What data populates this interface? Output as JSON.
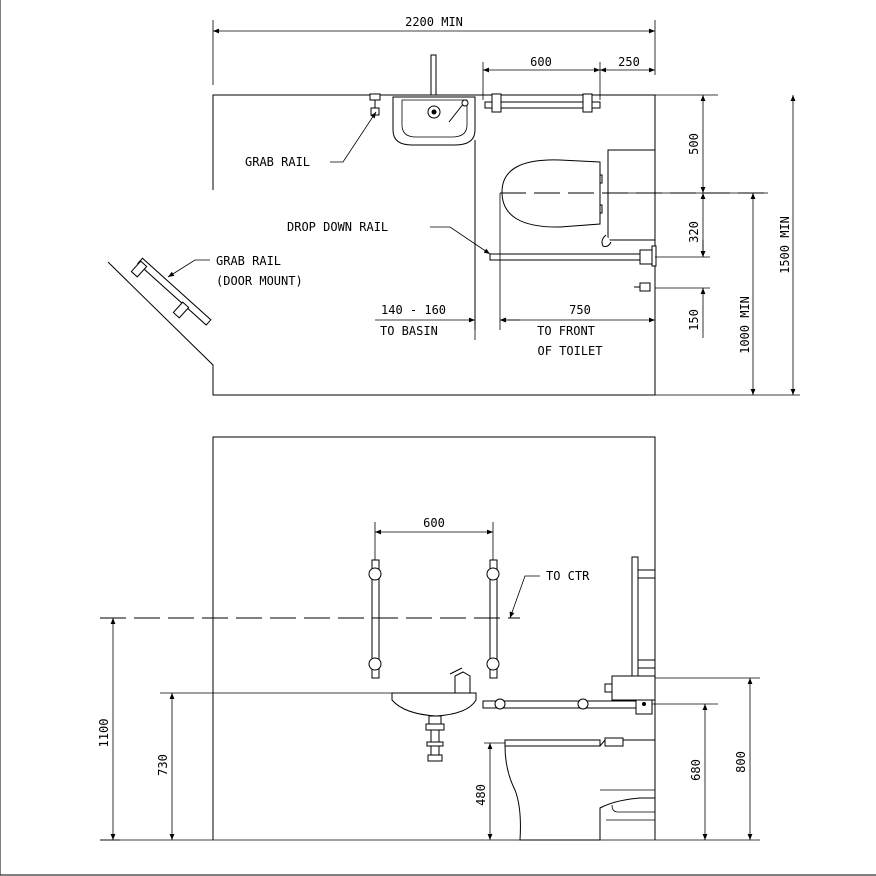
{
  "plan": {
    "overall_width": "2200 MIN",
    "dim_600": "600",
    "dim_250": "250",
    "dim_500": "500",
    "dim_320": "320",
    "dim_150": "150",
    "dim_1000": "1000 MIN",
    "dim_1500": "1500 MIN",
    "grab_rail": "GRAB RAIL",
    "door_grab_rail_1": "GRAB RAIL",
    "door_grab_rail_2": "(DOOR MOUNT)",
    "drop_down_rail": "DROP DOWN RAIL",
    "basin_gap_value": "140 - 160",
    "basin_gap_label": "TO BASIN",
    "toilet_front_value": "750",
    "toilet_front_label_1": "TO FRONT",
    "toilet_front_label_2": "OF TOILET"
  },
  "elevation": {
    "dim_600": "600",
    "to_ctr": "TO CTR",
    "dim_1100": "1100",
    "dim_730": "730",
    "dim_480": "480",
    "dim_680": "680",
    "dim_800": "800"
  }
}
